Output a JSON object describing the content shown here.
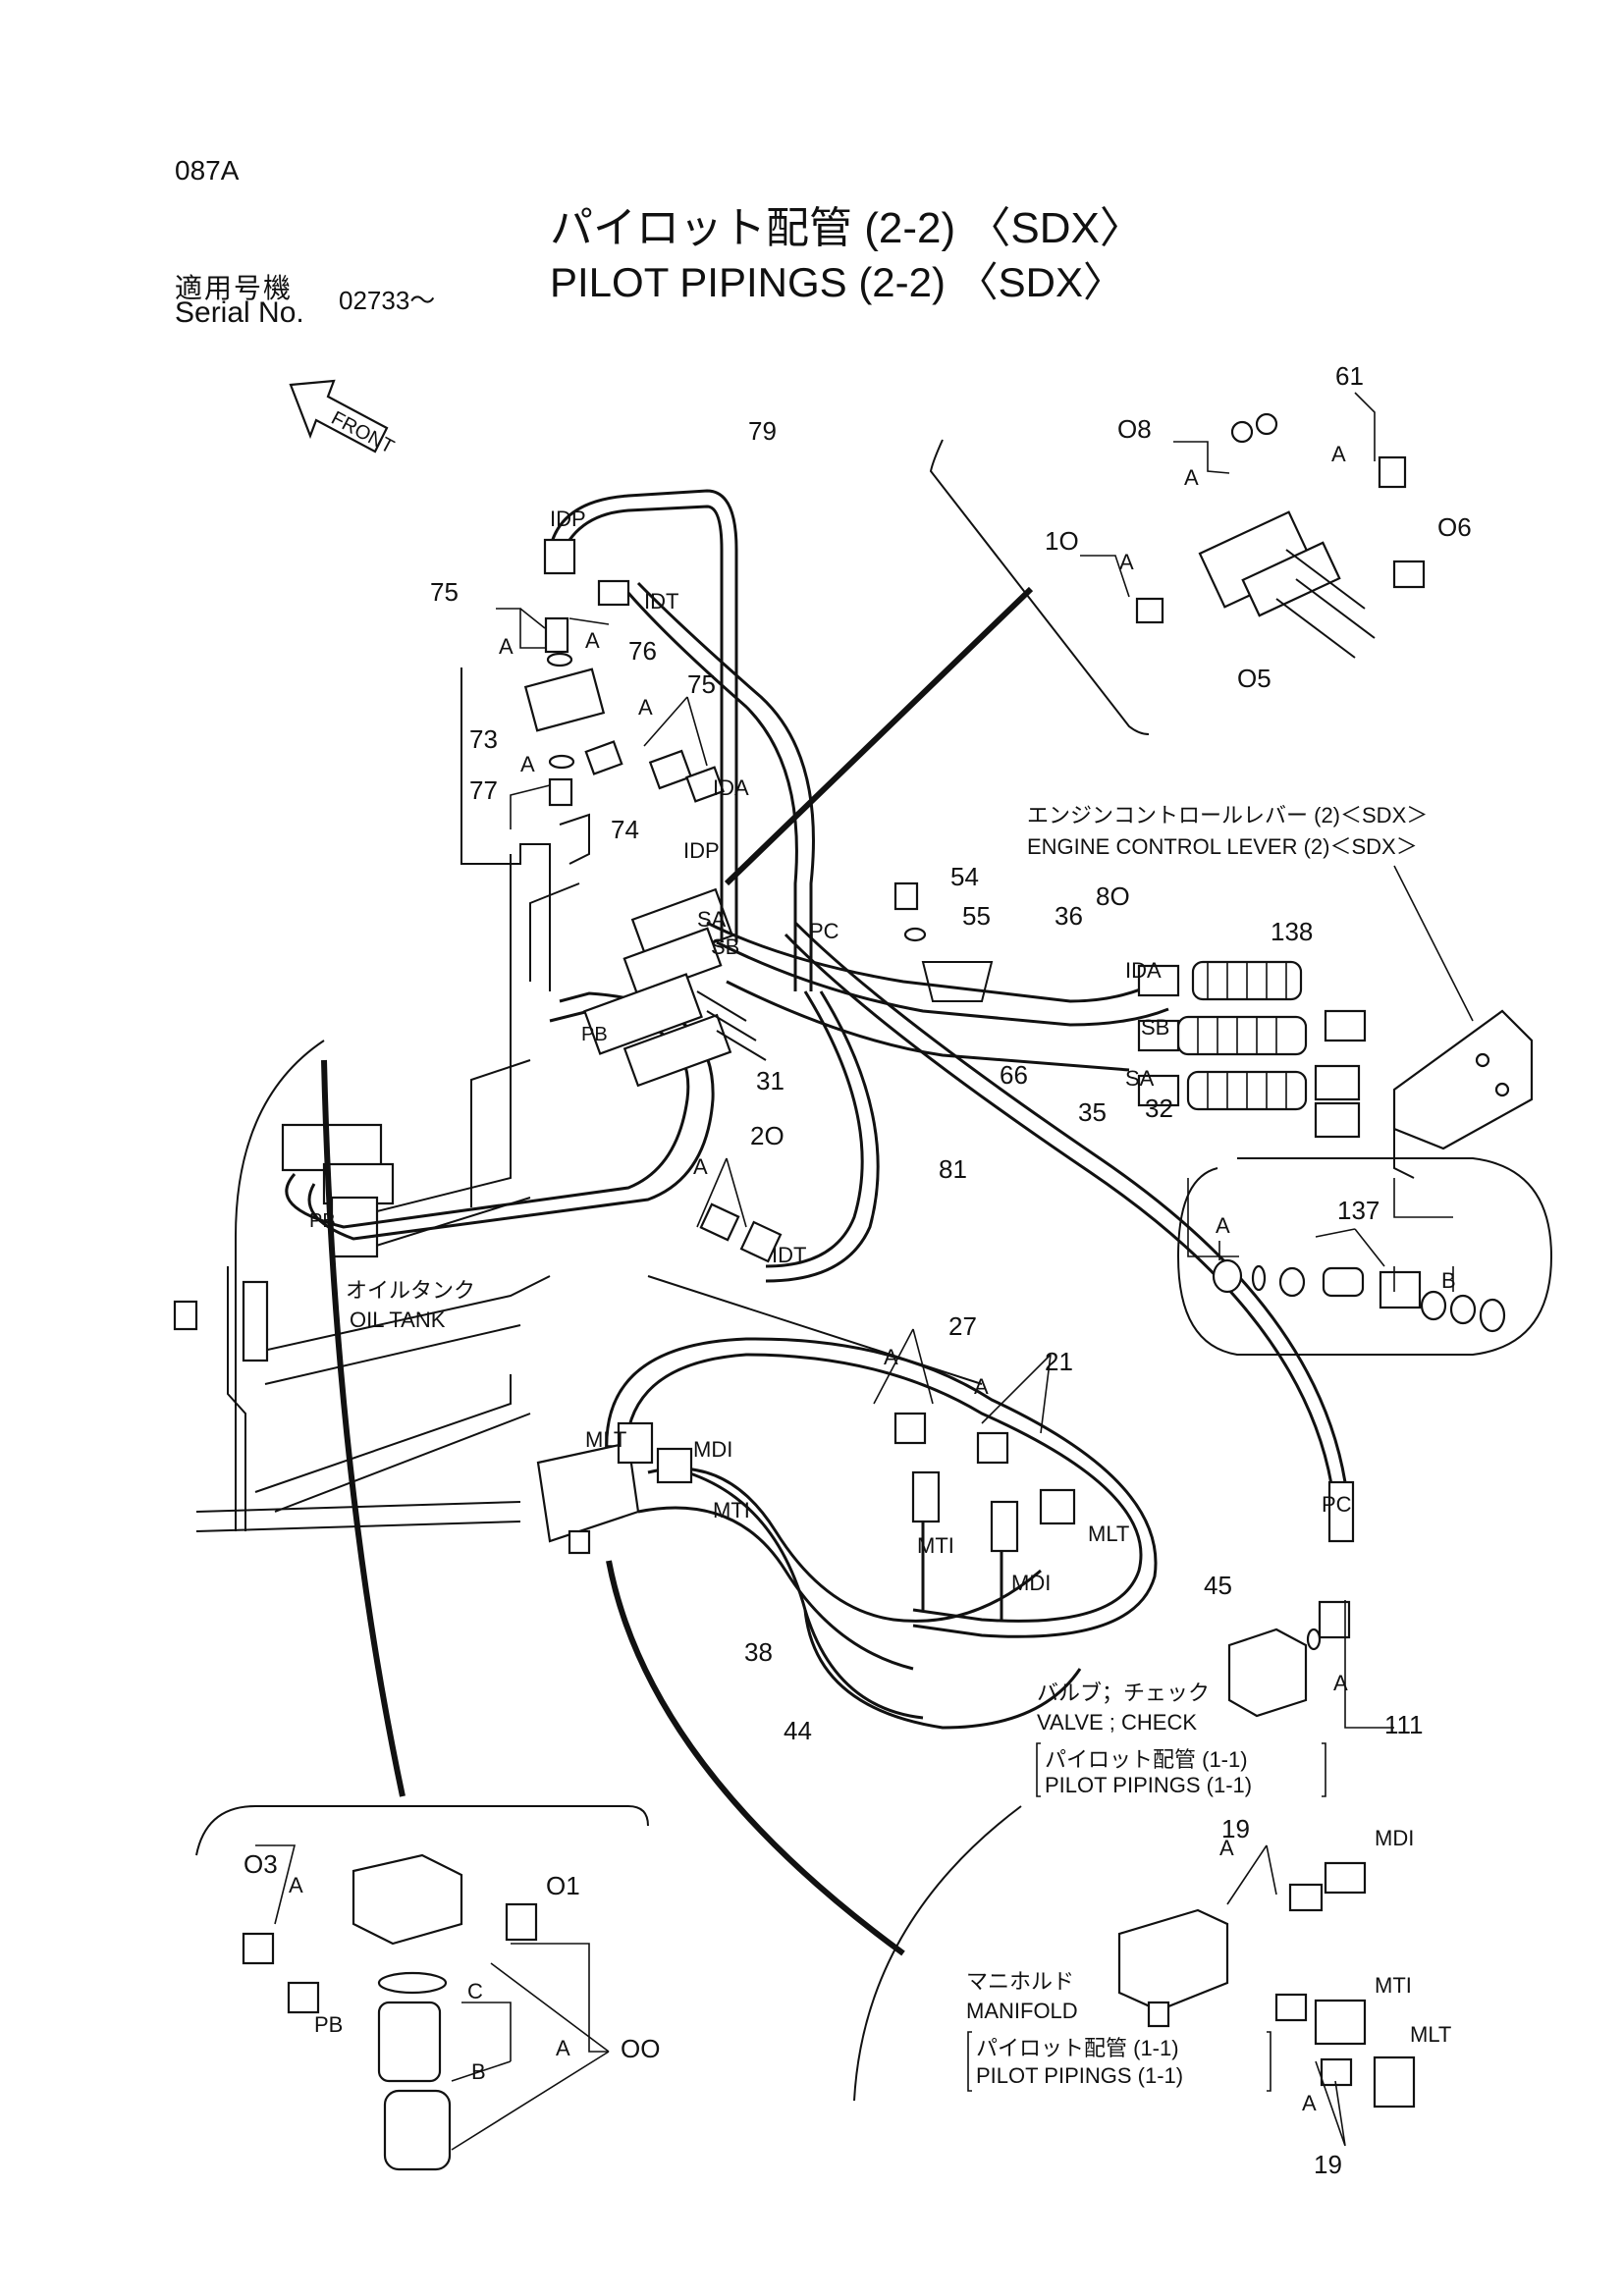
{
  "header": {
    "page_code": "087A",
    "title_ja": "パイロット配管 (2-2) 〈SDX〉",
    "title_en": "PILOT PIPINGS (2-2) 〈SDX〉",
    "serial_label_ja": "適用号機",
    "serial_label_en": "Serial No.",
    "serial_value": "02733～"
  },
  "labels": {
    "front": "FRONT",
    "port_idp": "IDP",
    "port_idt": "IDT",
    "port_ida": "IDA",
    "port_sa": "SA",
    "port_sb": "SB",
    "port_pc": "PC",
    "port_pb": "PB",
    "port_mlt": "MLT",
    "port_mdi": "MDI",
    "port_mti": "MTI",
    "mark_a": "A",
    "mark_b": "B",
    "mark_c": "C"
  },
  "callouts": {
    "engine_control_ja": "エンジンコントロールレバー (2)＜SDX＞",
    "engine_control_en": "ENGINE CONTROL LEVER (2)＜SDX＞",
    "oil_tank_ja": "オイルタンク",
    "oil_tank_en": "OIL TANK",
    "valve_check_ja": "バルブ；チェック",
    "valve_check_en": "VALVE ; CHECK",
    "valve_ref_ja": "パイロット配管 (1-1)",
    "valve_ref_en": "PILOT PIPINGS (1-1)",
    "manifold_ja": "マニホルド",
    "manifold_en": "MANIFOLD",
    "manifold_ref_ja": "パイロット配管 (1-1)",
    "manifold_ref_en": "PILOT PIPINGS (1-1)"
  },
  "part_numbers": {
    "p00": "OO",
    "p01": "O1",
    "p03": "O3",
    "p05": "O5",
    "p06": "O6",
    "p08": "O8",
    "p10": "1O",
    "p19a": "19",
    "p19b": "19",
    "p20": "2O",
    "p21": "21",
    "p27": "27",
    "p31": "31",
    "p32": "32",
    "p35": "35",
    "p36": "36",
    "p38": "38",
    "p44": "44",
    "p45": "45",
    "p54": "54",
    "p55": "55",
    "p61": "61",
    "p66": "66",
    "p73": "73",
    "p74": "74",
    "p75a": "75",
    "p75b": "75",
    "p76": "76",
    "p77": "77",
    "p79": "79",
    "p80": "8O",
    "p81": "81",
    "p111": "111",
    "p137": "137",
    "p138": "138"
  }
}
